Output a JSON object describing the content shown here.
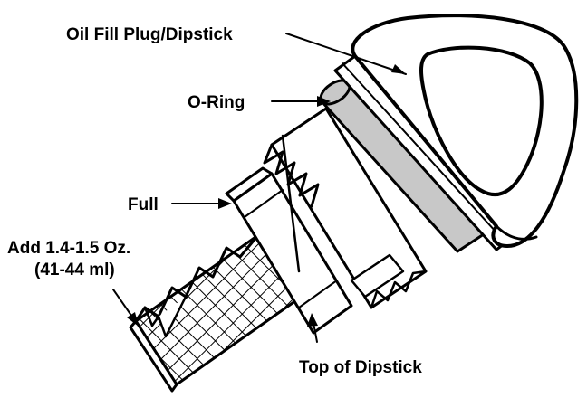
{
  "labels": {
    "oil_fill_plug": "Oil Fill Plug/Dipstick",
    "o_ring": "O-Ring",
    "full": "Full",
    "add_line1": "Add 1.4-1.5 Oz.",
    "add_line2": "(41-44 ml)",
    "top_of_dipstick": "Top of Dipstick"
  },
  "colors": {
    "ink": "#000000",
    "o_ring_fill": "#c8c8c8",
    "background": "#ffffff"
  }
}
